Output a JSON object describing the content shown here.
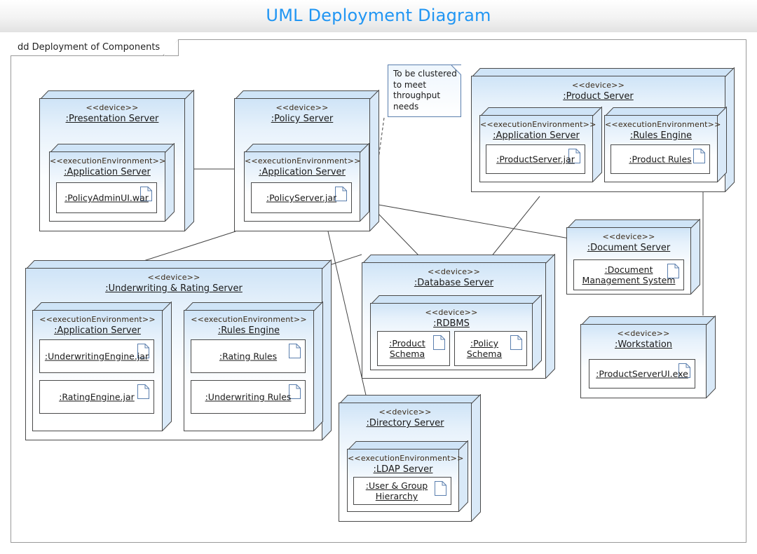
{
  "header": {
    "title": "UML Deployment Diagram",
    "accent": "#2196f3"
  },
  "frame": {
    "label": "dd Deployment of Components"
  },
  "stereotypes": {
    "device": "<<device>>",
    "exec": "<<executionEnvironment>>"
  },
  "note": {
    "text": "To be clustered to meet throughput needs"
  },
  "nodes": {
    "presentation": {
      "stereotype": "<<device>>",
      "name": ":Presentation Server",
      "inner": {
        "stereotype": "<<executionEnvironment>>",
        "name": ":Application Server"
      },
      "artifact": ":PolicyAdminUI.war"
    },
    "policy": {
      "stereotype": "<<device>>",
      "name": ":Policy Server",
      "inner": {
        "stereotype": "<<executionEnvironment>>",
        "name": ":Application Server"
      },
      "artifact": ":PolicyServer.jar"
    },
    "product": {
      "stereotype": "<<device>>",
      "name": ":Product Server",
      "inner_left": {
        "stereotype": "<<executionEnvironment>>",
        "name": ":Application Server",
        "artifact": ":ProductServer.jar"
      },
      "inner_right": {
        "stereotype": "<<executionEnvironment>>",
        "name": ":Rules Engine",
        "artifact": ":Product Rules"
      }
    },
    "underwriting": {
      "stereotype": "<<device>>",
      "name": ":Underwriting & Rating Server",
      "inner_left": {
        "stereotype": "<<executionEnvironment>>",
        "name": ":Application Server",
        "artifact1": ":UnderwritingEngine.jar",
        "artifact2": ":RatingEngine.jar"
      },
      "inner_right": {
        "stereotype": "<<executionEnvironment>>",
        "name": ":Rules Engine",
        "artifact1": ":Rating Rules",
        "artifact2": ":Underwriting Rules"
      }
    },
    "database": {
      "stereotype": "<<device>>",
      "name": ":Database Server",
      "inner": {
        "stereotype": "<<device>>",
        "name": ":RDBMS"
      },
      "artifact_left": ":Product Schema",
      "artifact_right": ":Policy Schema"
    },
    "document": {
      "stereotype": "<<device>>",
      "name": ":Document Server",
      "artifact": ":Document Management System"
    },
    "workstation": {
      "stereotype": "<<device>>",
      "name": ":Workstation",
      "artifact": ":ProductServerUI.exe"
    },
    "directory": {
      "stereotype": "<<device>>",
      "name": ":Directory Server",
      "inner": {
        "stereotype": "<<executionEnvironment>>",
        "name": ":LDAP Server"
      },
      "artifact": ":User & Group Hierarchy"
    }
  },
  "colors": {
    "node_fill_top": "#cfe4f7",
    "node_fill_bottom": "#ffffff",
    "node_stroke": "#4a4a4a",
    "doc_icon_stroke": "#5b7fae",
    "link_stroke": "#444444"
  }
}
